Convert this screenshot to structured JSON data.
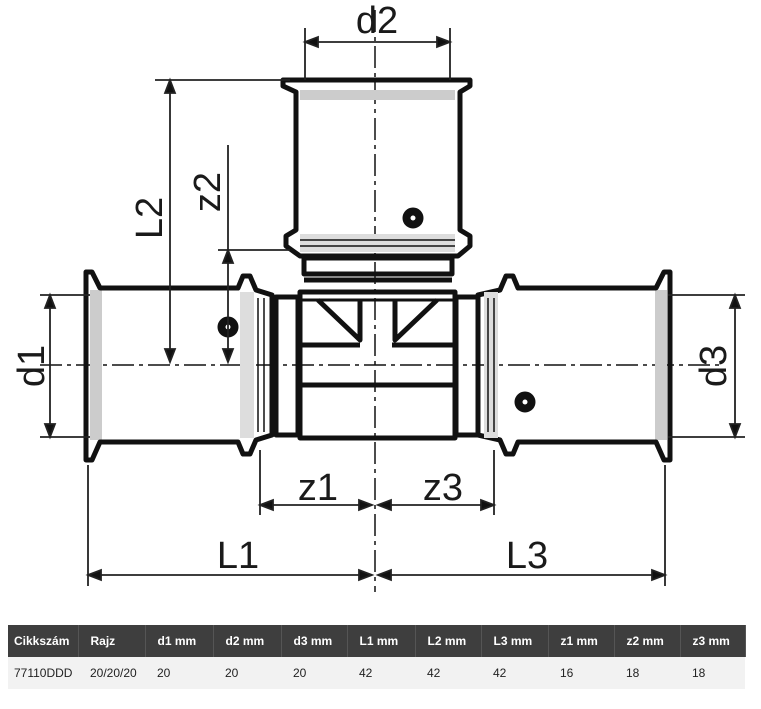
{
  "drawing": {
    "labels": {
      "d1": "d1",
      "d2": "d2",
      "d3": "d3",
      "L1": "L1",
      "L2": "L2",
      "L3": "L3",
      "z1": "z1",
      "z2": "z2",
      "z3": "z3"
    }
  },
  "table": {
    "headers": [
      "Cikkszám",
      "Rajz",
      "d1 mm",
      "d2 mm",
      "d3 mm",
      "L1 mm",
      "L2 mm",
      "L3 mm",
      "z1 mm",
      "z2 mm",
      "z3 mm"
    ],
    "rows": [
      [
        "77110DDD",
        "20/20/20",
        "20",
        "20",
        "20",
        "42",
        "42",
        "42",
        "16",
        "18",
        "18"
      ]
    ]
  }
}
